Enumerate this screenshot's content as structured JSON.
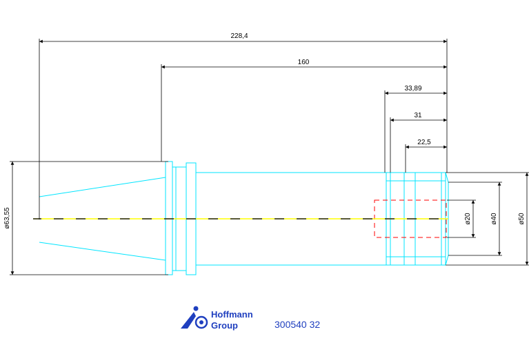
{
  "dimensions": {
    "overall_length": "228,4",
    "length_160": "160",
    "length_33_89": "33,89",
    "length_31": "31",
    "length_22_5": "22,5",
    "dia_flange": "ø63,55",
    "dia_20": "ø20",
    "dia_40": "ø40",
    "dia_50": "ø50"
  },
  "branding": {
    "logo_line1": "Hoffmann",
    "logo_line2": "Group",
    "part_number": "300540 32"
  },
  "colors": {
    "outline": "#00e5ff",
    "dimension": "#000000",
    "centerline_yellow": "#ffff00",
    "centerline_dark": "#202020",
    "hidden_red": "#ff0000",
    "brand_blue": "#1f3fbf"
  }
}
